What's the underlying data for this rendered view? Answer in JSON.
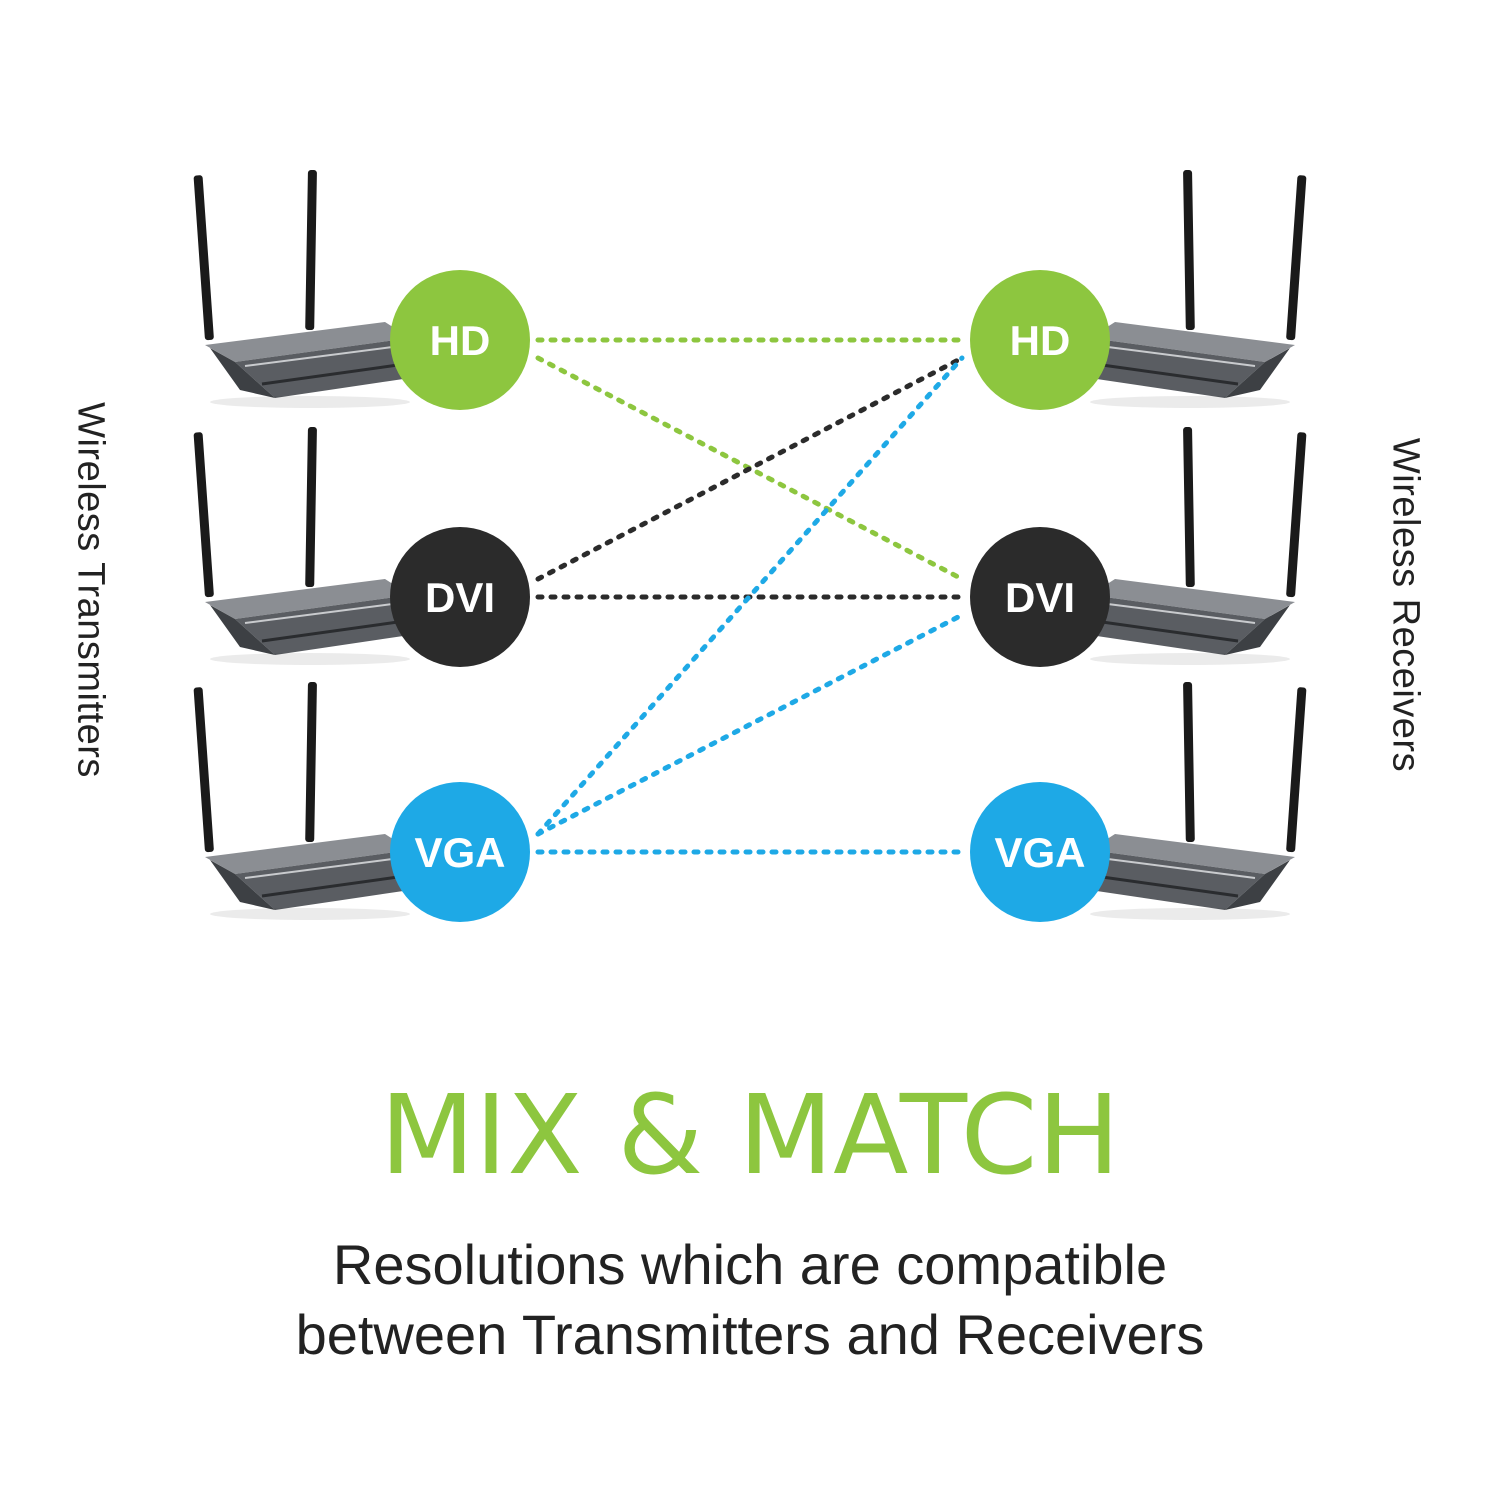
{
  "colors": {
    "hd": "#8dc63f",
    "dvi": "#2b2b2b",
    "vga": "#1ea9e6",
    "device": "#5a5d62",
    "title": "#8dc63f"
  },
  "transmitters": {
    "label": "Wireless Transmitters",
    "devices": [
      {
        "id": "hd",
        "badge": "HD"
      },
      {
        "id": "dvi",
        "badge": "DVI"
      },
      {
        "id": "vga",
        "badge": "VGA"
      }
    ]
  },
  "receivers": {
    "label": "Wireless Receivers",
    "devices": [
      {
        "id": "hd",
        "badge": "HD"
      },
      {
        "id": "dvi",
        "badge": "DVI"
      },
      {
        "id": "vga",
        "badge": "VGA"
      }
    ]
  },
  "connections": [
    {
      "from": "hd",
      "to": "hd",
      "color": "hd"
    },
    {
      "from": "hd",
      "to": "dvi",
      "color": "hd"
    },
    {
      "from": "dvi",
      "to": "hd",
      "color": "dvi"
    },
    {
      "from": "dvi",
      "to": "dvi",
      "color": "dvi"
    },
    {
      "from": "vga",
      "to": "hd",
      "color": "vga"
    },
    {
      "from": "vga",
      "to": "dvi",
      "color": "vga"
    },
    {
      "from": "vga",
      "to": "vga",
      "color": "vga"
    }
  ],
  "title": "MIX & MATCH",
  "subtitle_line1": "Resolutions which are compatible",
  "subtitle_line2": "between Transmitters and Receivers"
}
